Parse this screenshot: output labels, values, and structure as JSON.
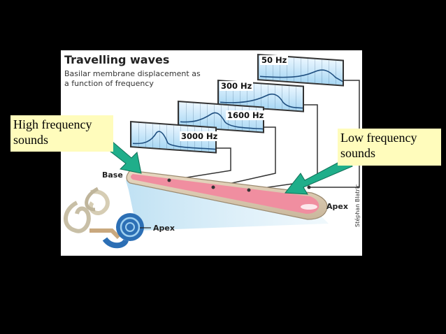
{
  "title": "Travelling waves",
  "subtitle": "Basilar membrane displacement as a function of frequency",
  "frequency_panels": [
    {
      "label": "50 Hz",
      "peak_position": 0.78
    },
    {
      "label": "300 Hz",
      "peak_position": 0.55
    },
    {
      "label": "1600 Hz",
      "peak_position": 0.32
    },
    {
      "label": "3000 Hz",
      "peak_position": 0.22
    }
  ],
  "callouts": {
    "high": "High frequency sounds",
    "low": "Low frequency sounds"
  },
  "labels": {
    "base": "Base",
    "apex_membrane": "Apex",
    "apex_cochlea": "Apex"
  },
  "credit": "Stéphan Blatric",
  "colors": {
    "background": "#000000",
    "callout_fill": "#fffcbc",
    "arrow": "#1fae8a",
    "membrane_pink": "#f08ea0",
    "panel_blue": "#a9d8f4",
    "cochlea_blue": "#2c6fb5"
  }
}
